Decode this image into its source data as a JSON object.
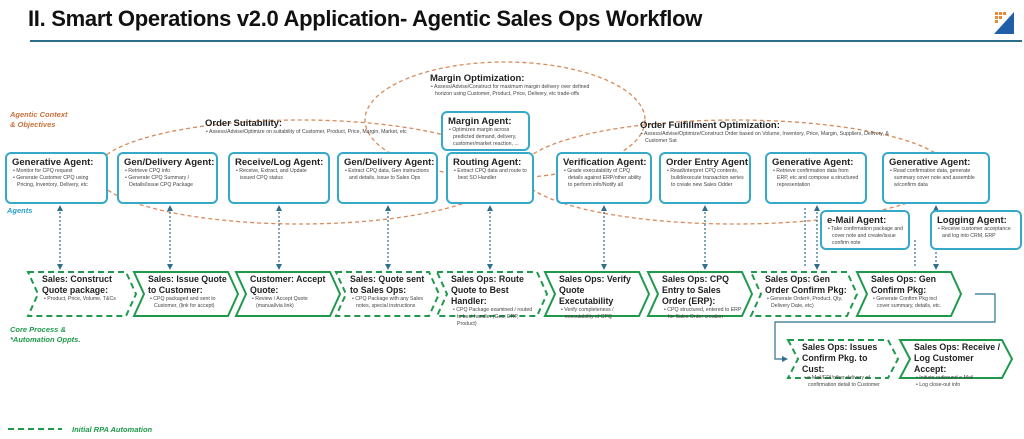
{
  "title": "II. Smart Operations v2.0 Application- Agentic Sales Ops Workflow",
  "colors": {
    "agent_border": "#36a9c9",
    "context_ellipse": "#d98a5a",
    "process": "#1f9a4c",
    "arrow": "#2f6f8c",
    "context_label": "#c8713a",
    "agents_label": "#2aa0c8",
    "process_label": "#1f9a4c"
  },
  "labels": {
    "context": [
      "Agentic Context",
      "& Objectives"
    ],
    "agents": "Agents",
    "process": [
      "Core Process &",
      "*Automation Oppts."
    ],
    "legend": "Initial RPA Automation"
  },
  "contexts": [
    {
      "title": "Order Suitability:",
      "items": [
        "Assess/Advise/Optimize on suitability of Customer, Product, Price, Margin, Market, etc"
      ]
    },
    {
      "title": "Margin Optimization:",
      "items": [
        "Assess/Advise/Construct for maximum margin delivery over defined horizon using Customer, Product, Price, Delivery, etc trade-offs"
      ]
    },
    {
      "title": "Order Fulfillment Optimization:",
      "items": [
        "Assess/Advise/Optimize/Construct Order based on Volume, Inventory, Price, Margin, Suppliers, Delivery, & Customer Sat"
      ]
    }
  ],
  "agents": [
    {
      "title": "Generative Agent:",
      "items": [
        "Monitor for CPQ request",
        "Generate Customer CPQ using Pricing, Inventory, Delivery, etc"
      ]
    },
    {
      "title": "Gen/Delivery Agent:",
      "items": [
        "Retrieve CPQ info",
        "Generate CPQ Summary / Details/Issue CPQ Package"
      ]
    },
    {
      "title": "Receive/Log Agent:",
      "items": [
        "Receive, Extract, and Update issued CPQ status"
      ]
    },
    {
      "title": "Gen/Delivery Agent:",
      "items": [
        "Extract CPQ data, Gen instructions and details, issue to Sales Ops"
      ]
    },
    {
      "title": "Routing Agent:",
      "items": [
        "Extract CPQ data and route to best SO Handler"
      ]
    },
    {
      "title": "Verification Agent:",
      "items": [
        "Grade executability of CPQ details against ERP/other ability to perform info/Notify all"
      ]
    },
    {
      "title": "Order Entry Agent:",
      "items": [
        "Read/interpret CPQ contents, build/execute transaction series to create new Sales Odder"
      ]
    },
    {
      "title": "Generative Agent:",
      "items": [
        "Retrieve confirmation data from ERP, etc and compose a structured representation"
      ]
    },
    {
      "title": "Generative Agent:",
      "items": [
        "Read confirmation data, generate summary cover note and assemble w/confirm data"
      ]
    },
    {
      "title": "Margin Agent:",
      "items": [
        "Optimizes margin across predicted demand, delivery, customer/market reaction, ..."
      ]
    },
    {
      "title": "e-Mail Agent:",
      "items": [
        "Take confirmation package and cover note and create/issue confirm note"
      ]
    },
    {
      "title": "Logging Agent:",
      "items": [
        "Receive customer acceptance and log into CRM, ERP"
      ]
    }
  ],
  "steps": [
    {
      "title": "Sales: Construct Quote package:",
      "items": [
        "Product, Price, Volume, T&Cs"
      ],
      "rpa": true
    },
    {
      "title": "Sales: Issue Quote to Customer:",
      "items": [
        "CPQ packaged and sent to Customer, (link for accept)"
      ],
      "rpa": false
    },
    {
      "title": "Customer: Accept Quote:",
      "items": [
        "Review / Accept Quote (manual/via link)"
      ],
      "rpa": false
    },
    {
      "title": "Sales: Quote sent to Sales Ops:",
      "items": [
        "CPQ Package with any Sales notes, special instructions"
      ],
      "rpa": true
    },
    {
      "title": "Sales Ops: Route Quote to Best Handler:",
      "items": [
        "CPQ Package examined / routed to best handler (Geo, ERP, Product)"
      ],
      "rpa": true
    },
    {
      "title": "Sales Ops: Verify Quote Executability",
      "items": [
        "Verify completeness / executability of CPQ"
      ],
      "rpa": false
    },
    {
      "title": "Sales Ops: CPQ Entry to Sales Order (ERP):",
      "items": [
        "CPQ structured, entered to ERP for Sales Order creation"
      ],
      "rpa": false
    },
    {
      "title": "Sales Ops: Gen Order Confirm Pkg:",
      "items": [
        "Generate Order#, Product, Qty, Delivery Date, etc)"
      ],
      "rpa": true
    },
    {
      "title": "Sales Ops: Gen Confirm Pkg:",
      "items": [
        "Generate Confirm Pkg incl cover summary, details, etc."
      ],
      "rpa": false
    },
    {
      "title": "Sales Ops: Issues Confirm Pkg. to Cust:",
      "items": [
        "e-Mail/EDI/other delivery of confirmation detail to Customer"
      ],
      "rpa": true
    },
    {
      "title": "Sales Ops: Receive / Log Customer Accept:",
      "items": [
        "Initiate outbound e-Mail",
        "Log close-out info"
      ],
      "rpa": false
    }
  ]
}
